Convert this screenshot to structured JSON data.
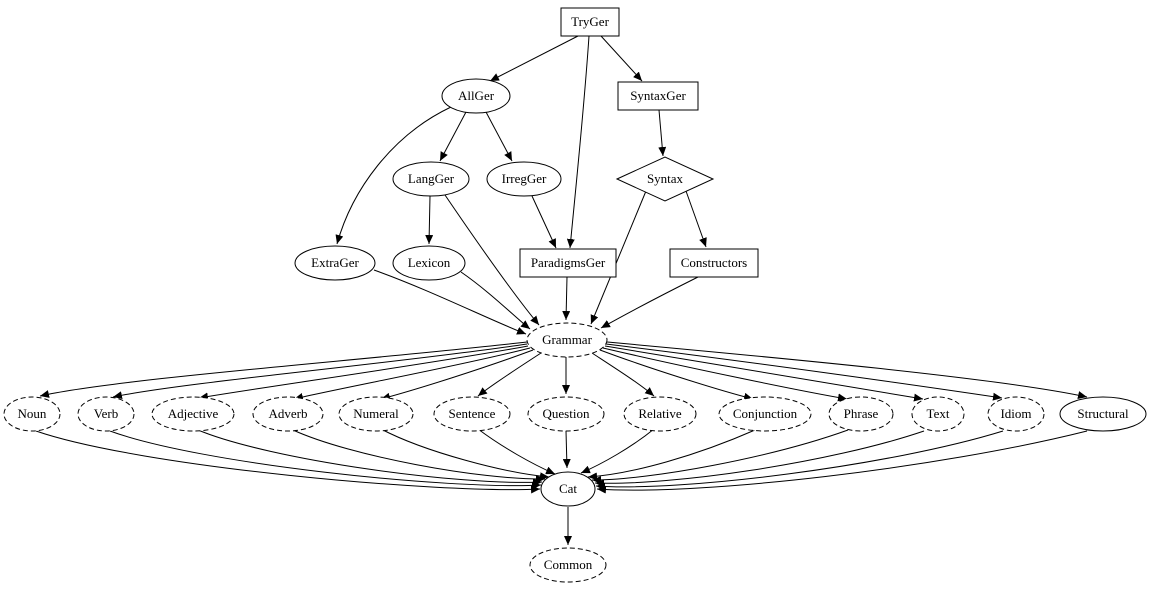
{
  "diagram": {
    "type": "directed-graph",
    "background_color": "#ffffff",
    "stroke_color": "#000000",
    "nodes": {
      "tryGer": {
        "label": "TryGer",
        "shape": "box",
        "style": "solid"
      },
      "allGer": {
        "label": "AllGer",
        "shape": "ellipse",
        "style": "solid"
      },
      "syntaxGer": {
        "label": "SyntaxGer",
        "shape": "box",
        "style": "solid"
      },
      "langGer": {
        "label": "LangGer",
        "shape": "ellipse",
        "style": "solid"
      },
      "irregGer": {
        "label": "IrregGer",
        "shape": "ellipse",
        "style": "solid"
      },
      "syntax": {
        "label": "Syntax",
        "shape": "diamond",
        "style": "solid"
      },
      "extraGer": {
        "label": "ExtraGer",
        "shape": "ellipse",
        "style": "solid"
      },
      "lexicon": {
        "label": "Lexicon",
        "shape": "ellipse",
        "style": "solid"
      },
      "paradigmsGer": {
        "label": "ParadigmsGer",
        "shape": "box",
        "style": "solid"
      },
      "constructors": {
        "label": "Constructors",
        "shape": "box",
        "style": "solid"
      },
      "grammar": {
        "label": "Grammar",
        "shape": "ellipse",
        "style": "dashed"
      },
      "noun": {
        "label": "Noun",
        "shape": "ellipse",
        "style": "dashed"
      },
      "verb": {
        "label": "Verb",
        "shape": "ellipse",
        "style": "dashed"
      },
      "adjective": {
        "label": "Adjective",
        "shape": "ellipse",
        "style": "dashed"
      },
      "adverb": {
        "label": "Adverb",
        "shape": "ellipse",
        "style": "dashed"
      },
      "numeral": {
        "label": "Numeral",
        "shape": "ellipse",
        "style": "dashed"
      },
      "sentence": {
        "label": "Sentence",
        "shape": "ellipse",
        "style": "dashed"
      },
      "question": {
        "label": "Question",
        "shape": "ellipse",
        "style": "dashed"
      },
      "relative": {
        "label": "Relative",
        "shape": "ellipse",
        "style": "dashed"
      },
      "conjunction": {
        "label": "Conjunction",
        "shape": "ellipse",
        "style": "dashed"
      },
      "phrase": {
        "label": "Phrase",
        "shape": "ellipse",
        "style": "dashed"
      },
      "text": {
        "label": "Text",
        "shape": "ellipse",
        "style": "dashed"
      },
      "idiom": {
        "label": "Idiom",
        "shape": "ellipse",
        "style": "dashed"
      },
      "structural": {
        "label": "Structural",
        "shape": "ellipse",
        "style": "solid"
      },
      "cat": {
        "label": "Cat",
        "shape": "ellipse",
        "style": "solid"
      },
      "common": {
        "label": "Common",
        "shape": "ellipse",
        "style": "dashed"
      }
    },
    "edges": [
      {
        "from": "TryGer",
        "to": "AllGer"
      },
      {
        "from": "TryGer",
        "to": "SyntaxGer"
      },
      {
        "from": "TryGer",
        "to": "ParadigmsGer"
      },
      {
        "from": "AllGer",
        "to": "LangGer"
      },
      {
        "from": "AllGer",
        "to": "IrregGer"
      },
      {
        "from": "AllGer",
        "to": "ExtraGer"
      },
      {
        "from": "SyntaxGer",
        "to": "Syntax"
      },
      {
        "from": "LangGer",
        "to": "Lexicon"
      },
      {
        "from": "LangGer",
        "to": "Grammar"
      },
      {
        "from": "IrregGer",
        "to": "ParadigmsGer"
      },
      {
        "from": "Syntax",
        "to": "Constructors"
      },
      {
        "from": "Syntax",
        "to": "Grammar"
      },
      {
        "from": "ExtraGer",
        "to": "Grammar"
      },
      {
        "from": "Lexicon",
        "to": "Grammar"
      },
      {
        "from": "ParadigmsGer",
        "to": "Grammar"
      },
      {
        "from": "Constructors",
        "to": "Grammar"
      },
      {
        "from": "Grammar",
        "to": "Noun"
      },
      {
        "from": "Grammar",
        "to": "Verb"
      },
      {
        "from": "Grammar",
        "to": "Adjective"
      },
      {
        "from": "Grammar",
        "to": "Adverb"
      },
      {
        "from": "Grammar",
        "to": "Numeral"
      },
      {
        "from": "Grammar",
        "to": "Sentence"
      },
      {
        "from": "Grammar",
        "to": "Question"
      },
      {
        "from": "Grammar",
        "to": "Relative"
      },
      {
        "from": "Grammar",
        "to": "Conjunction"
      },
      {
        "from": "Grammar",
        "to": "Phrase"
      },
      {
        "from": "Grammar",
        "to": "Text"
      },
      {
        "from": "Grammar",
        "to": "Idiom"
      },
      {
        "from": "Grammar",
        "to": "Structural"
      },
      {
        "from": "Noun",
        "to": "Cat"
      },
      {
        "from": "Verb",
        "to": "Cat"
      },
      {
        "from": "Adjective",
        "to": "Cat"
      },
      {
        "from": "Adverb",
        "to": "Cat"
      },
      {
        "from": "Numeral",
        "to": "Cat"
      },
      {
        "from": "Sentence",
        "to": "Cat"
      },
      {
        "from": "Question",
        "to": "Cat"
      },
      {
        "from": "Relative",
        "to": "Cat"
      },
      {
        "from": "Conjunction",
        "to": "Cat"
      },
      {
        "from": "Phrase",
        "to": "Cat"
      },
      {
        "from": "Text",
        "to": "Cat"
      },
      {
        "from": "Idiom",
        "to": "Cat"
      },
      {
        "from": "Cat",
        "to": "Common"
      },
      {
        "from": "Structural",
        "to": "Cat"
      }
    ]
  }
}
